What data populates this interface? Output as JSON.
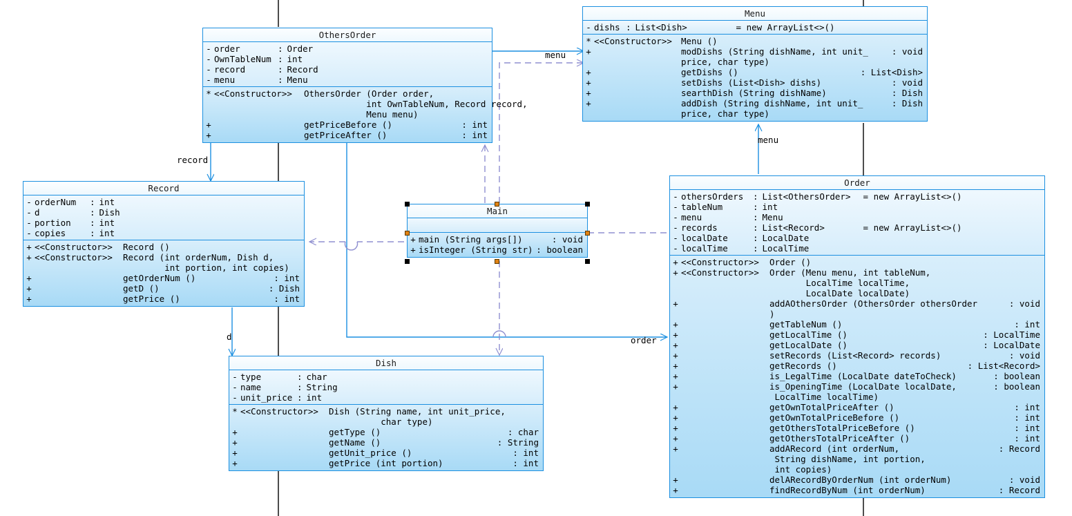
{
  "diagram": {
    "kind": "uml-class-diagram",
    "colors": {
      "class_border": "#1b8fe0",
      "class_fill_top": "#fbfeff",
      "class_fill_bottom": "#a8daf6",
      "association_line": "#1b8fe0",
      "dependency_line": "#8f8fd0",
      "plain_line": "#000000",
      "selection_handle": "#000000"
    },
    "selected_element": "Main"
  },
  "classes": {
    "othersorder": {
      "name": "OthersOrder",
      "attributes": [
        {
          "vis": "-",
          "name": "order",
          "type": "Order"
        },
        {
          "vis": "-",
          "name": "OwnTableNum",
          "type": "int"
        },
        {
          "vis": "-",
          "name": "record",
          "type": "Record"
        },
        {
          "vis": "-",
          "name": "menu",
          "type": "Menu"
        }
      ],
      "operations": [
        {
          "vis": "*",
          "stereotype": "<<Constructor>>",
          "sig": "OthersOrder (Order order,\n            int OwnTableNum, Record record,\n            Menu menu)",
          "type": ""
        },
        {
          "vis": "+",
          "stereotype": "",
          "sig": "getPriceBefore ()",
          "type": ": int"
        },
        {
          "vis": "+",
          "stereotype": "",
          "sig": "getPriceAfter ()",
          "type": ": int"
        }
      ]
    },
    "menu": {
      "name": "Menu",
      "attributes": [
        {
          "vis": "-",
          "name": "dishs",
          "type": "List<Dish>",
          "default": "= new ArrayList<>()"
        }
      ],
      "operations": [
        {
          "vis": "*",
          "stereotype": "<<Constructor>>",
          "sig": "Menu ()",
          "type": ""
        },
        {
          "vis": "+",
          "stereotype": "",
          "sig": "modDishs (String dishName, int unit_\nprice, char type)",
          "type": ": void"
        },
        {
          "vis": "+",
          "stereotype": "",
          "sig": "getDishs ()",
          "type": ": List<Dish>"
        },
        {
          "vis": "+",
          "stereotype": "",
          "sig": "setDishs (List<Dish> dishs)",
          "type": ": void"
        },
        {
          "vis": "+",
          "stereotype": "",
          "sig": "searthDish (String dishName)",
          "type": ": Dish"
        },
        {
          "vis": "+",
          "stereotype": "",
          "sig": "addDish (String dishName, int unit_\nprice, char type)",
          "type": ": Dish"
        }
      ]
    },
    "record": {
      "name": "Record",
      "attributes": [
        {
          "vis": "-",
          "name": "orderNum",
          "type": "int"
        },
        {
          "vis": "-",
          "name": "d",
          "type": "Dish"
        },
        {
          "vis": "-",
          "name": "portion",
          "type": "int"
        },
        {
          "vis": "-",
          "name": "copies",
          "type": "int"
        }
      ],
      "operations": [
        {
          "vis": "+",
          "stereotype": "<<Constructor>>",
          "sig": "Record ()",
          "type": ""
        },
        {
          "vis": "+",
          "stereotype": "<<Constructor>>",
          "sig": "Record (int orderNum, Dish d,\n        int portion, int copies)",
          "type": ""
        },
        {
          "vis": "+",
          "stereotype": "",
          "sig": "getOrderNum ()",
          "type": ": int"
        },
        {
          "vis": "+",
          "stereotype": "",
          "sig": "getD ()",
          "type": ": Dish"
        },
        {
          "vis": "+",
          "stereotype": "",
          "sig": "getPrice ()",
          "type": ": int"
        }
      ]
    },
    "main": {
      "name": "Main",
      "attributes": [],
      "operations": [
        {
          "vis": "+",
          "stereotype": "",
          "sig": "main (String args[])",
          "type": ": void"
        },
        {
          "vis": "+",
          "stereotype": "",
          "sig": "isInteger (String str)",
          "type": ": boolean"
        }
      ]
    },
    "dish": {
      "name": "Dish",
      "attributes": [
        {
          "vis": "-",
          "name": "type",
          "type": "char"
        },
        {
          "vis": "-",
          "name": "name",
          "type": "String"
        },
        {
          "vis": "-",
          "name": "unit_price",
          "type": "int"
        }
      ],
      "operations": [
        {
          "vis": "*",
          "stereotype": "<<Constructor>>",
          "sig": "Dish (String name, int unit_price,\n          char type)",
          "type": ""
        },
        {
          "vis": "+",
          "stereotype": "",
          "sig": "getType ()",
          "type": ": char"
        },
        {
          "vis": "+",
          "stereotype": "",
          "sig": "getName ()",
          "type": ": String"
        },
        {
          "vis": "+",
          "stereotype": "",
          "sig": "getUnit_price ()",
          "type": ": int"
        },
        {
          "vis": "+",
          "stereotype": "",
          "sig": "getPrice (int portion)",
          "type": ": int"
        }
      ]
    },
    "order": {
      "name": "Order",
      "attributes": [
        {
          "vis": "-",
          "name": "othersOrders",
          "type": "List<OthersOrder>",
          "default": "= new ArrayList<>()"
        },
        {
          "vis": "-",
          "name": "tableNum",
          "type": "int"
        },
        {
          "vis": "-",
          "name": "menu",
          "type": "Menu"
        },
        {
          "vis": "-",
          "name": "records",
          "type": "List<Record>",
          "default": "= new ArrayList<>()"
        },
        {
          "vis": "-",
          "name": "localDate",
          "type": "LocalDate"
        },
        {
          "vis": "-",
          "name": "localTime",
          "type": "LocalTime"
        }
      ],
      "operations": [
        {
          "vis": "+",
          "stereotype": "<<Constructor>>",
          "sig": "Order ()",
          "type": ""
        },
        {
          "vis": "+",
          "stereotype": "<<Constructor>>",
          "sig": "Order (Menu menu, int tableNum,\n       LocalTime localTime,\n       LocalDate localDate)",
          "type": ""
        },
        {
          "vis": "+",
          "stereotype": "",
          "sig": "addAOthersOrder (OthersOrder othersOrder\n)",
          "type": ": void"
        },
        {
          "vis": "+",
          "stereotype": "",
          "sig": "getTableNum ()",
          "type": ": int"
        },
        {
          "vis": "+",
          "stereotype": "",
          "sig": "getLocalTime ()",
          "type": ": LocalTime"
        },
        {
          "vis": "+",
          "stereotype": "",
          "sig": "getLocalDate ()",
          "type": ": LocalDate"
        },
        {
          "vis": "+",
          "stereotype": "",
          "sig": "setRecords (List<Record> records)",
          "type": ": void"
        },
        {
          "vis": "+",
          "stereotype": "",
          "sig": "getRecords ()",
          "type": ": List<Record>"
        },
        {
          "vis": "+",
          "stereotype": "",
          "sig": "is_LegalTime (LocalDate dateToCheck)",
          "type": ": boolean"
        },
        {
          "vis": "+",
          "stereotype": "",
          "sig": "is_OpeningTime (LocalDate localDate,\n LocalTime localTime)",
          "type": ": boolean"
        },
        {
          "vis": "+",
          "stereotype": "",
          "sig": "getOwnTotalPriceAfter ()",
          "type": ": int"
        },
        {
          "vis": "+",
          "stereotype": "",
          "sig": "getOwnTotalPriceBefore ()",
          "type": ": int"
        },
        {
          "vis": "+",
          "stereotype": "",
          "sig": "getOthersTotalPriceBefore ()",
          "type": ": int"
        },
        {
          "vis": "+",
          "stereotype": "",
          "sig": "getOthersTotalPriceAfter ()",
          "type": ": int"
        },
        {
          "vis": "+",
          "stereotype": "",
          "sig": "addARecord (int orderNum,\n String dishName, int portion,\n int copies)",
          "type": ": Record"
        },
        {
          "vis": "+",
          "stereotype": "",
          "sig": "delARecordByOrderNum (int orderNum)",
          "type": ": void"
        },
        {
          "vis": "+",
          "stereotype": "",
          "sig": "findRecordByNum (int orderNum)",
          "type": ": Record"
        }
      ]
    }
  },
  "connector_labels": {
    "menu_othersorder_to_menu": "menu",
    "record_othersorder_to_record": "record",
    "d_record_to_dish": "d",
    "menu_order_to_menu": "menu",
    "order_othersorder_to_order": "order"
  }
}
